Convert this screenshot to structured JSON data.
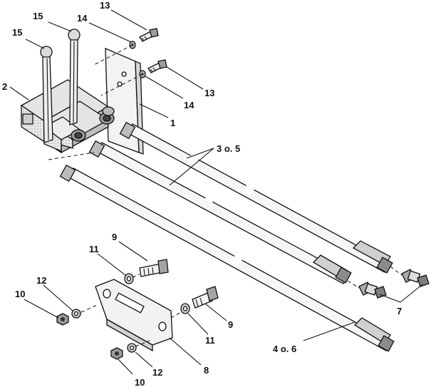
{
  "callouts": {
    "c13_top": "13",
    "c15_a": "15",
    "c14_top": "14",
    "c15_b": "15",
    "c2": "2",
    "c13_mid": "13",
    "c14_mid": "14",
    "c1": "1",
    "c3o5": "3 o. 5",
    "c9_top": "9",
    "c11_top": "11",
    "c12_left": "12",
    "c10_left": "10",
    "c9_right": "9",
    "c11_right": "11",
    "c7": "7",
    "c4o6": "4 o. 6",
    "c8": "8",
    "c12_bottom": "12",
    "c10_bottom": "10"
  },
  "colors": {
    "line": "#111111",
    "fill_light": "#f2f2f2",
    "fill_mid": "#cfcfcf",
    "fill_dark": "#8a8a8a"
  }
}
